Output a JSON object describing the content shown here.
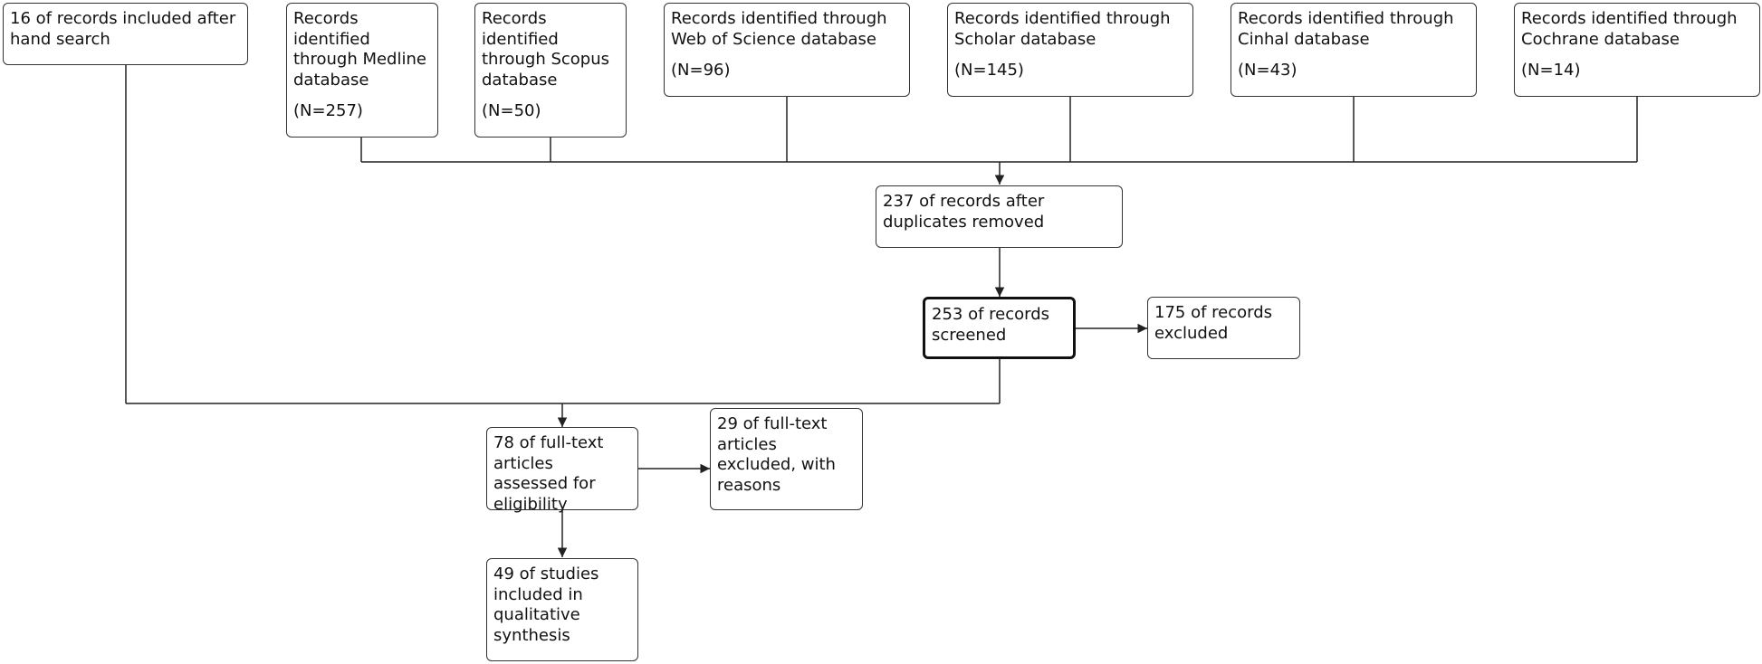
{
  "diagram": {
    "hand_search": {
      "text": "16 of records included after hand search"
    },
    "sources": [
      {
        "label": "Records identified through Medline database",
        "count": "(N=257)"
      },
      {
        "label": "Records identified through Scopus database",
        "count": "(N=50)"
      },
      {
        "label": "Records identified through Web of Science database",
        "count": "(N=96)"
      },
      {
        "label": "Records identified through Scholar database",
        "count": "(N=145)"
      },
      {
        "label": "Records identified through Cinhal database",
        "count": "(N=43)"
      },
      {
        "label": "Records identified through Cochrane database",
        "count": "(N=14)"
      }
    ],
    "after_duplicates": "237 of records after duplicates removed",
    "screened": "253 of records screened",
    "excluded": "175 of records excluded",
    "fulltext_assessed": "78 of full-text articles assessed for eligibility",
    "fulltext_excluded": "29 of full-text articles excluded, with reasons",
    "included": "49 of studies included in qualitative synthesis"
  }
}
